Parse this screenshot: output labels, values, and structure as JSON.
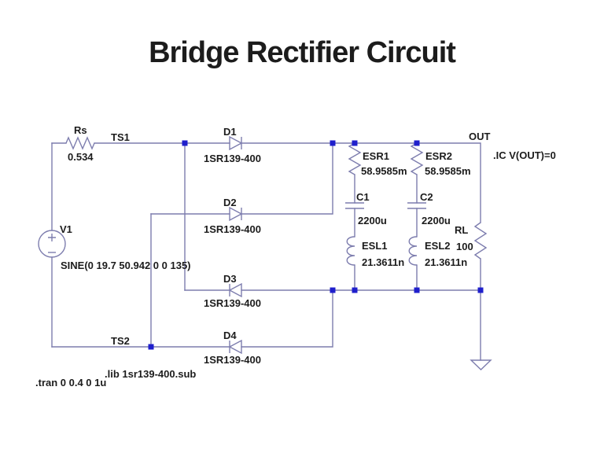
{
  "title": "Bridge Rectifier Circuit",
  "colors": {
    "wire": "#7d7dae",
    "junction": "#1f1fcc",
    "ink": "#1c1c1c",
    "bg": "#ffffff"
  },
  "components": {
    "rs": {
      "name": "Rs",
      "value": "0.534"
    },
    "v1": {
      "name": "V1",
      "value": "SINE(0 19.7 50.942 0 0 135)"
    },
    "d1": {
      "name": "D1",
      "value": "1SR139-400"
    },
    "d2": {
      "name": "D2",
      "value": "1SR139-400"
    },
    "d3": {
      "name": "D3",
      "value": "1SR139-400"
    },
    "d4": {
      "name": "D4",
      "value": "1SR139-400"
    },
    "esr1": {
      "name": "ESR1",
      "value": "58.9585m"
    },
    "esr2": {
      "name": "ESR2",
      "value": "58.9585m"
    },
    "c1": {
      "name": "C1",
      "value": "2200u"
    },
    "c2": {
      "name": "C2",
      "value": "2200u"
    },
    "esl1": {
      "name": "ESL1",
      "value": "21.3611n"
    },
    "esl2": {
      "name": "ESL2",
      "value": "21.3611n"
    },
    "rl": {
      "name": "RL",
      "value": "100"
    }
  },
  "nets": {
    "ts1": "TS1",
    "ts2": "TS2",
    "out": "OUT"
  },
  "directives": {
    "ic": ".IC V(OUT)=0",
    "lib": ".lib 1sr139-400.sub",
    "tran": ".tran 0 0.4 0 1u"
  }
}
